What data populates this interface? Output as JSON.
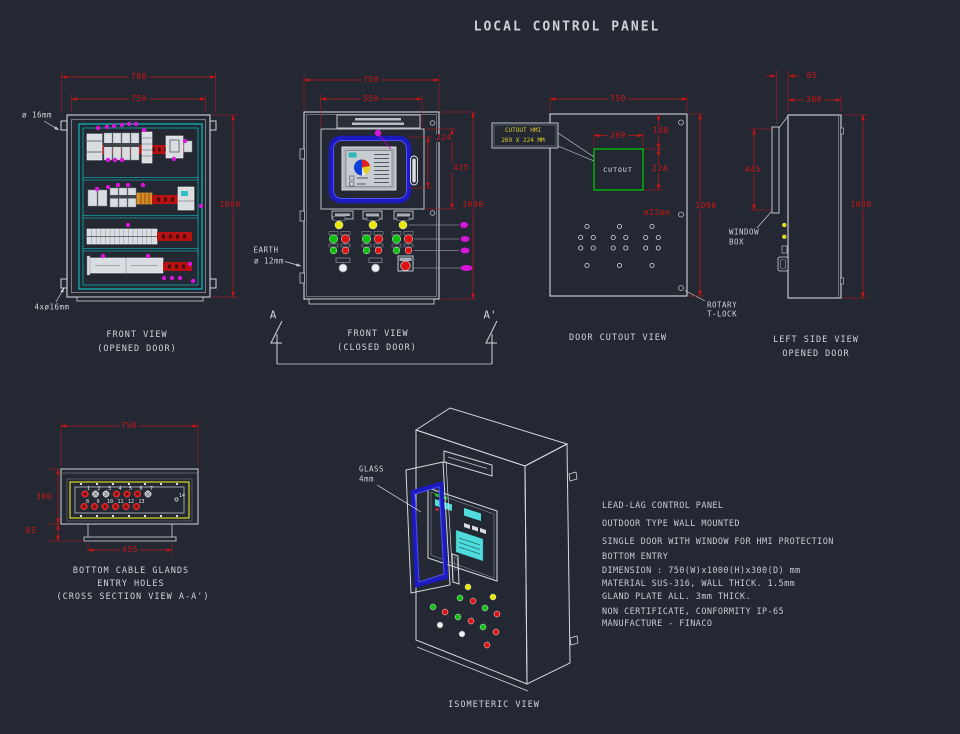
{
  "title": "LOCAL CONTROL PANEL",
  "views": {
    "front_opened": {
      "dims": {
        "overall_width": "780",
        "door_width": "750",
        "height": "1000"
      },
      "labels": {
        "mount_hole": "ø 16mm",
        "mount_holes_qty": "4xø16mm"
      },
      "caption": [
        "FRONT VIEW",
        "(OPENED DOOR)"
      ]
    },
    "front_closed": {
      "dims": {
        "width": "750",
        "window_frame_width": "550",
        "hmi_height": "224",
        "window_frame_height": "425",
        "height": "1000"
      },
      "labels": {
        "earth_1": "EARTH",
        "earth_2": "ø 12mm",
        "section_left": "A",
        "section_right": "A'"
      },
      "caption": [
        "FRONT VIEW",
        "(CLOSED DOOR)"
      ]
    },
    "door_cutout": {
      "dims": {
        "width": "750",
        "cutout_width": "269",
        "cutout_top_offset": "188",
        "cutout_height": "224",
        "height": "1000",
        "window_box_height": "445"
      },
      "labels": {
        "cutout": "CUTOUT",
        "gland_hole": "ø22mm",
        "callout_1": "CUTOUT HMI",
        "callout_2": "269 X 224 MM",
        "rotary_1": "ROTARY",
        "rotary_2": "T-LOCK",
        "window_1": "WINDOW",
        "window_2": "BOX"
      },
      "caption": [
        "DOOR CUTOUT VIEW"
      ]
    },
    "left_side": {
      "dims": {
        "window_box_depth": "65",
        "depth": "300",
        "height": "1000"
      },
      "caption": [
        "LEFT SIDE VIEW",
        "OPENED DOOR"
      ]
    },
    "cable_glands": {
      "dims": {
        "width": "750",
        "depth": "300",
        "flange_height": "65",
        "gland_plate_width": "455"
      },
      "hole_numbers": [
        "1",
        "2",
        "3",
        "4",
        "5",
        "6",
        "7",
        "8",
        "9",
        "10",
        "11",
        "12",
        "13",
        "14"
      ],
      "caption": [
        "BOTTOM CABLE GLANDS",
        "ENTRY HOLES",
        "(CROSS SECTION VIEW A-A')"
      ]
    },
    "isometric": {
      "labels": {
        "glass_1": "GLASS",
        "glass_2": "4mm"
      },
      "caption": [
        "ISOMETERIC VIEW"
      ]
    }
  },
  "specs": [
    "LEAD-LAG CONTROL PANEL",
    "OUTDOOR TYPE WALL MOUNTED",
    "SINGLE DOOR WITH WINDOW FOR HMI PROTECTION",
    "BOTTOM ENTRY",
    "DIMENSION : 750(W)x1000(H)x300(D) mm",
    "MATERIAL SUS-316, WALL THICK. 1.5mm",
    "GLAND PLATE ALL. 3mm THICK.",
    "NON CERTIFICATE, CONFORMITY IP-65",
    "MANUFACTURE - FINACO"
  ],
  "colors": {
    "background": "#232833",
    "dimension": "#c81414",
    "detail_cyan": "#00dcdc",
    "callout_magenta": "#d816d8",
    "cutout_green": "#00d000",
    "gland_yellow": "#d8d820",
    "glass_blue": "#1b1bbf",
    "callout_yellow_text": "#e0cc30"
  }
}
